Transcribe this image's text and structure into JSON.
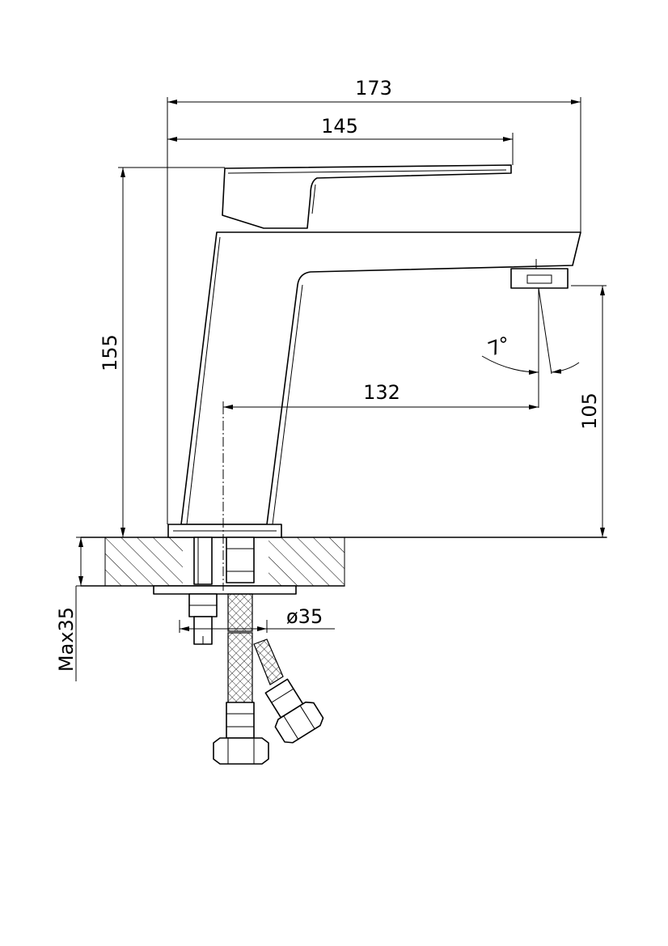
{
  "dimensions": {
    "overall_length": "173",
    "lever_length": "145",
    "overall_height": "155",
    "spout_reach": "132",
    "spout_height": "105",
    "spout_angle": "7°",
    "base_diameter": "ø35",
    "max_deck_thickness": "Max35"
  }
}
